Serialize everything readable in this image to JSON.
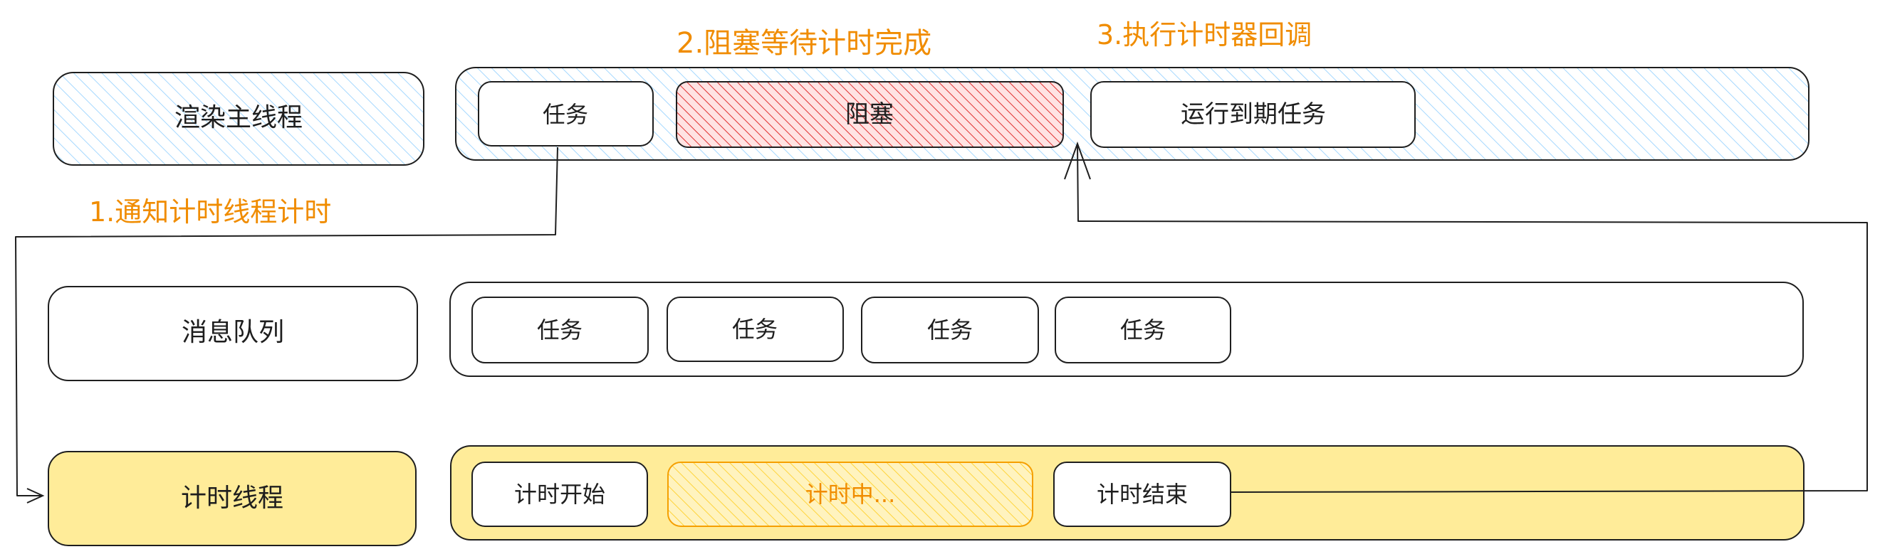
{
  "colors": {
    "stroke": "#1e1e1e",
    "annotation": "#f08c00",
    "hatch_blue": "#a5d8ff",
    "hatch_red": "#e03131",
    "fill_red": "#ffc9c9",
    "fill_yellow": "#ffec99",
    "hatch_yellow": "#ffd43b",
    "timing_orange": "#f59f00"
  },
  "annotations": {
    "step1": "1.通知计时线程计时",
    "step2": "2.阻塞等待计时完成",
    "step3": "3.执行计时器回调"
  },
  "rows": {
    "render": {
      "label": "渲染主线程",
      "tasks": [
        "任务",
        "阻塞",
        "运行到期任务"
      ]
    },
    "queue": {
      "label": "消息队列",
      "tasks": [
        "任务",
        "任务",
        "任务",
        "任务"
      ]
    },
    "timer": {
      "label": "计时线程",
      "tasks": [
        "计时开始",
        "计时中...",
        "计时结束"
      ]
    }
  }
}
